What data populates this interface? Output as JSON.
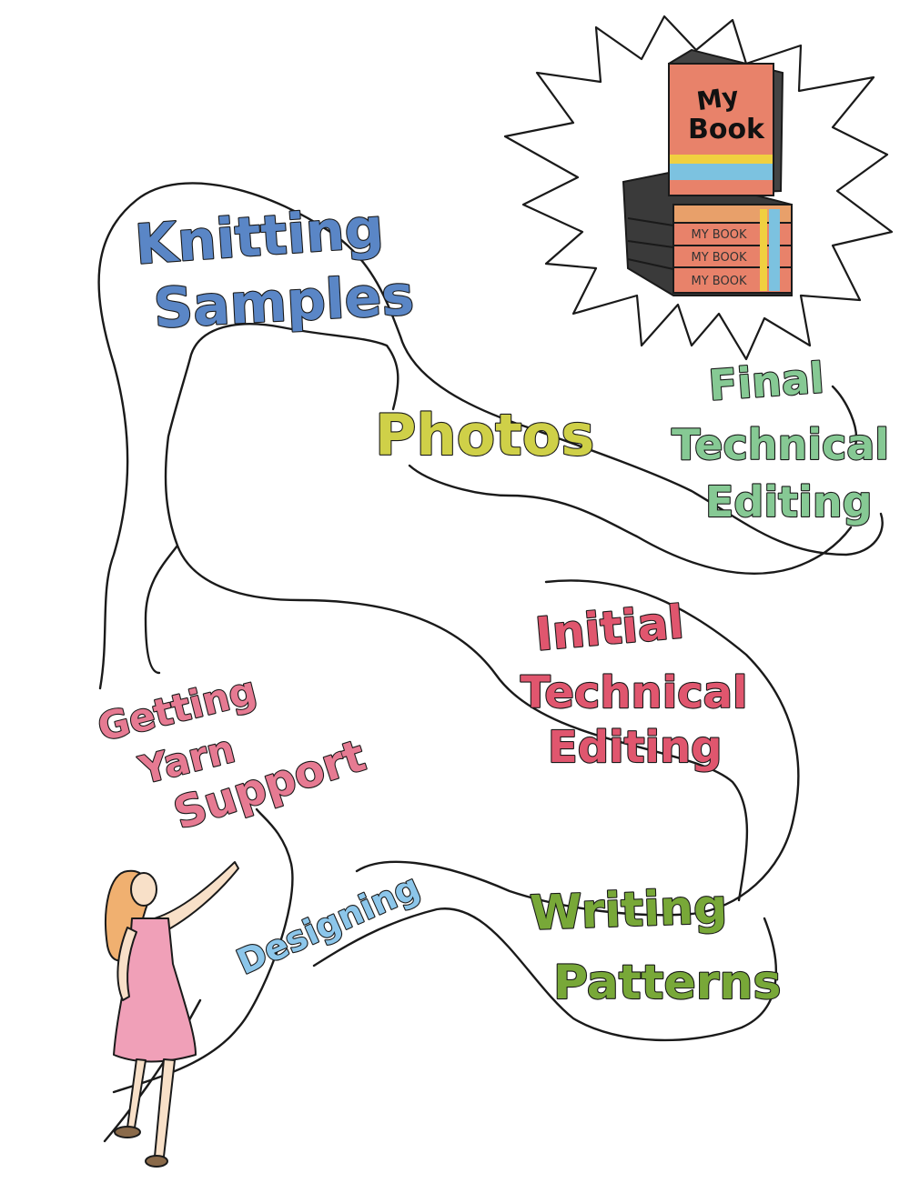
{
  "book": {
    "cover_line1": "My",
    "cover_line2": "Book",
    "spines": [
      "MY BOOK",
      "MY BOOK",
      "MY BOOK"
    ]
  },
  "steps": {
    "knitting_samples": [
      "Knitting",
      "Samples"
    ],
    "photos": [
      "Photos"
    ],
    "final_technical_editing": [
      "Final",
      "Technical",
      "Editing"
    ],
    "initial_technical_editing": [
      "Initial",
      "Technical",
      "Editing"
    ],
    "getting_yarn_support": [
      "Getting",
      "Yarn",
      "Support"
    ],
    "designing": [
      "Designing"
    ],
    "writing_patterns": [
      "Writing",
      "Patterns"
    ]
  },
  "colors": {
    "knitting_samples": "#5a86c6",
    "photos": "#cfd048",
    "final_technical_editing": "#86c994",
    "initial_technical_editing": "#e0566e",
    "getting_yarn_support": "#e67a92",
    "designing": "#8cc6ea",
    "writing_patterns": "#78a838",
    "book_cover": "#e8826a",
    "dress": "#f0a0b8",
    "hair": "#f0b070"
  },
  "icons": {
    "book_stack": "book-stack-icon",
    "starburst": "starburst-icon",
    "girl": "girl-pointing-icon"
  }
}
